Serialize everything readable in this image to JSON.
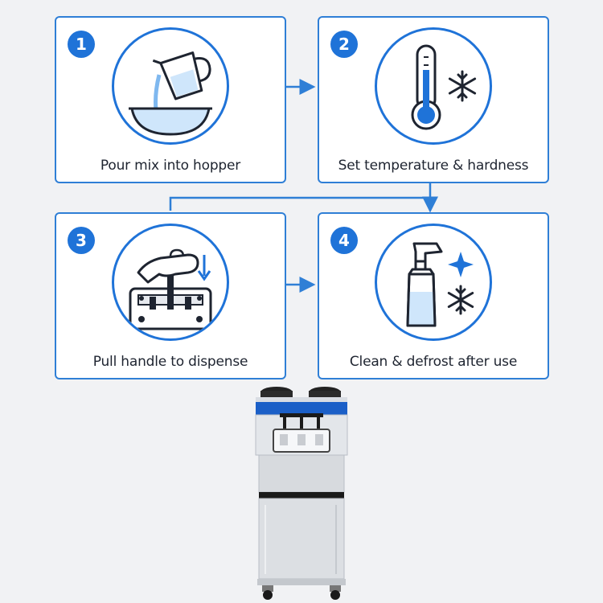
{
  "steps": [
    {
      "number": "1",
      "label": "Pour mix into hopper",
      "icon": "pouring-jug-bowl-icon"
    },
    {
      "number": "2",
      "label": "Set temperature & hardness",
      "icon": "thermometer-snowflake-icon"
    },
    {
      "number": "3",
      "label": "Pull handle to dispense",
      "icon": "hand-pull-handle-icon"
    },
    {
      "number": "4",
      "label": "Clean & defrost after use",
      "icon": "spray-bottle-snowflake-icon"
    }
  ],
  "colors": {
    "accent": "#1f73d8",
    "border": "#2f7fd6",
    "water": "#cfe6fb",
    "machine_blue": "#1b5fc7"
  }
}
